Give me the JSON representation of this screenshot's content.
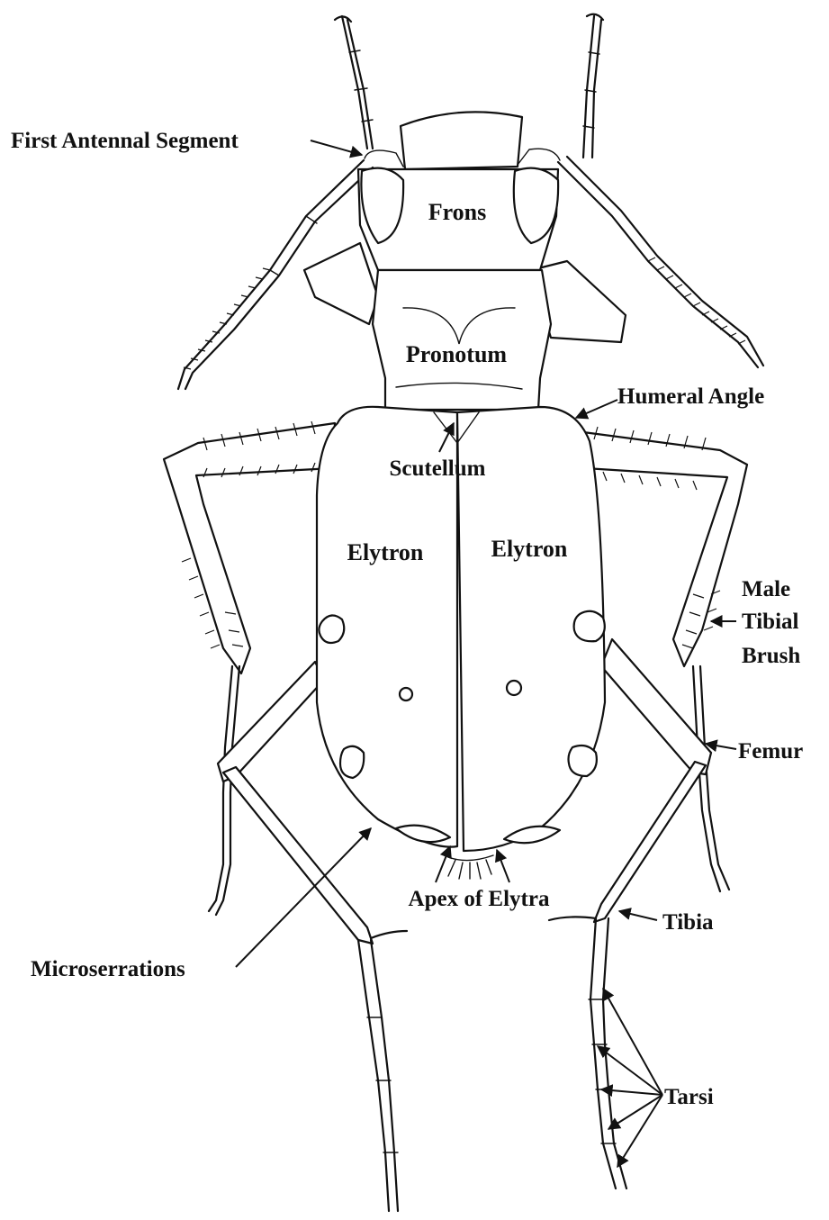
{
  "labels": {
    "first_antennal_segment": "First Antennal Segment",
    "frons": "Frons",
    "pronotum": "Pronotum",
    "humeral_angle": "Humeral Angle",
    "scutellum": "Scutellum",
    "elytron_left": "Elytron",
    "elytron_right": "Elytron",
    "male_tibial_brush_line1": "Male",
    "male_tibial_brush_line2": "Tibial",
    "male_tibial_brush_line3": "Brush",
    "femur": "Femur",
    "apex_of_elytra": "Apex of Elytra",
    "tibia": "Tibia",
    "microserrations": "Microserrations",
    "tarsi": "Tarsi"
  }
}
